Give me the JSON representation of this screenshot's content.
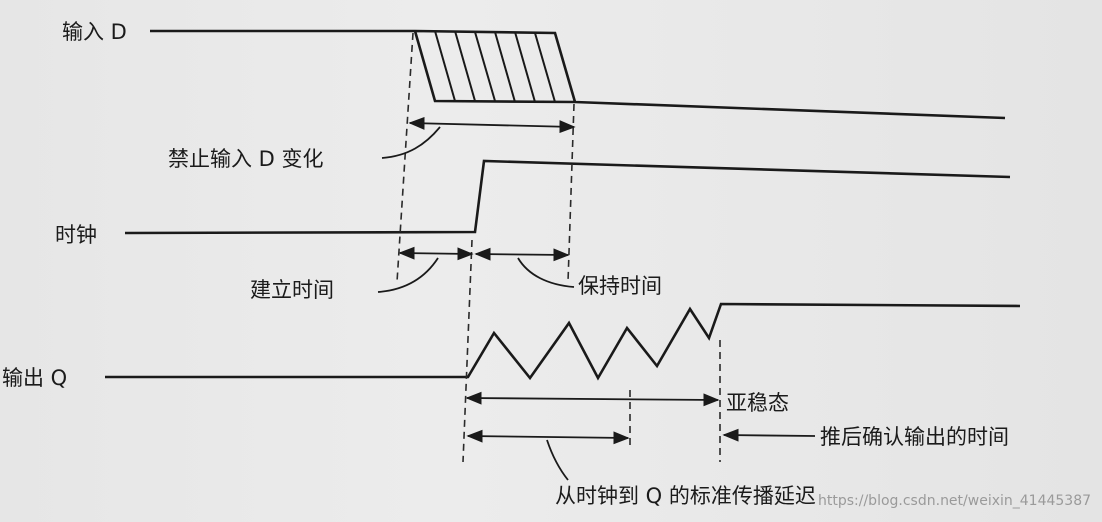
{
  "signals": {
    "input_d": "输入 D",
    "clock": "时钟",
    "output_q": "输出 Q"
  },
  "annotations": {
    "no_change": "禁止输入 D 变化",
    "setup_time": "建立时间",
    "hold_time": "保持时间",
    "metastable": "亚稳态",
    "confirm_output": "推后确认输出的时间",
    "prop_delay": "从时钟到 Q 的标准传播延迟"
  },
  "watermark": "https://blog.csdn.net/weixin_41445387"
}
